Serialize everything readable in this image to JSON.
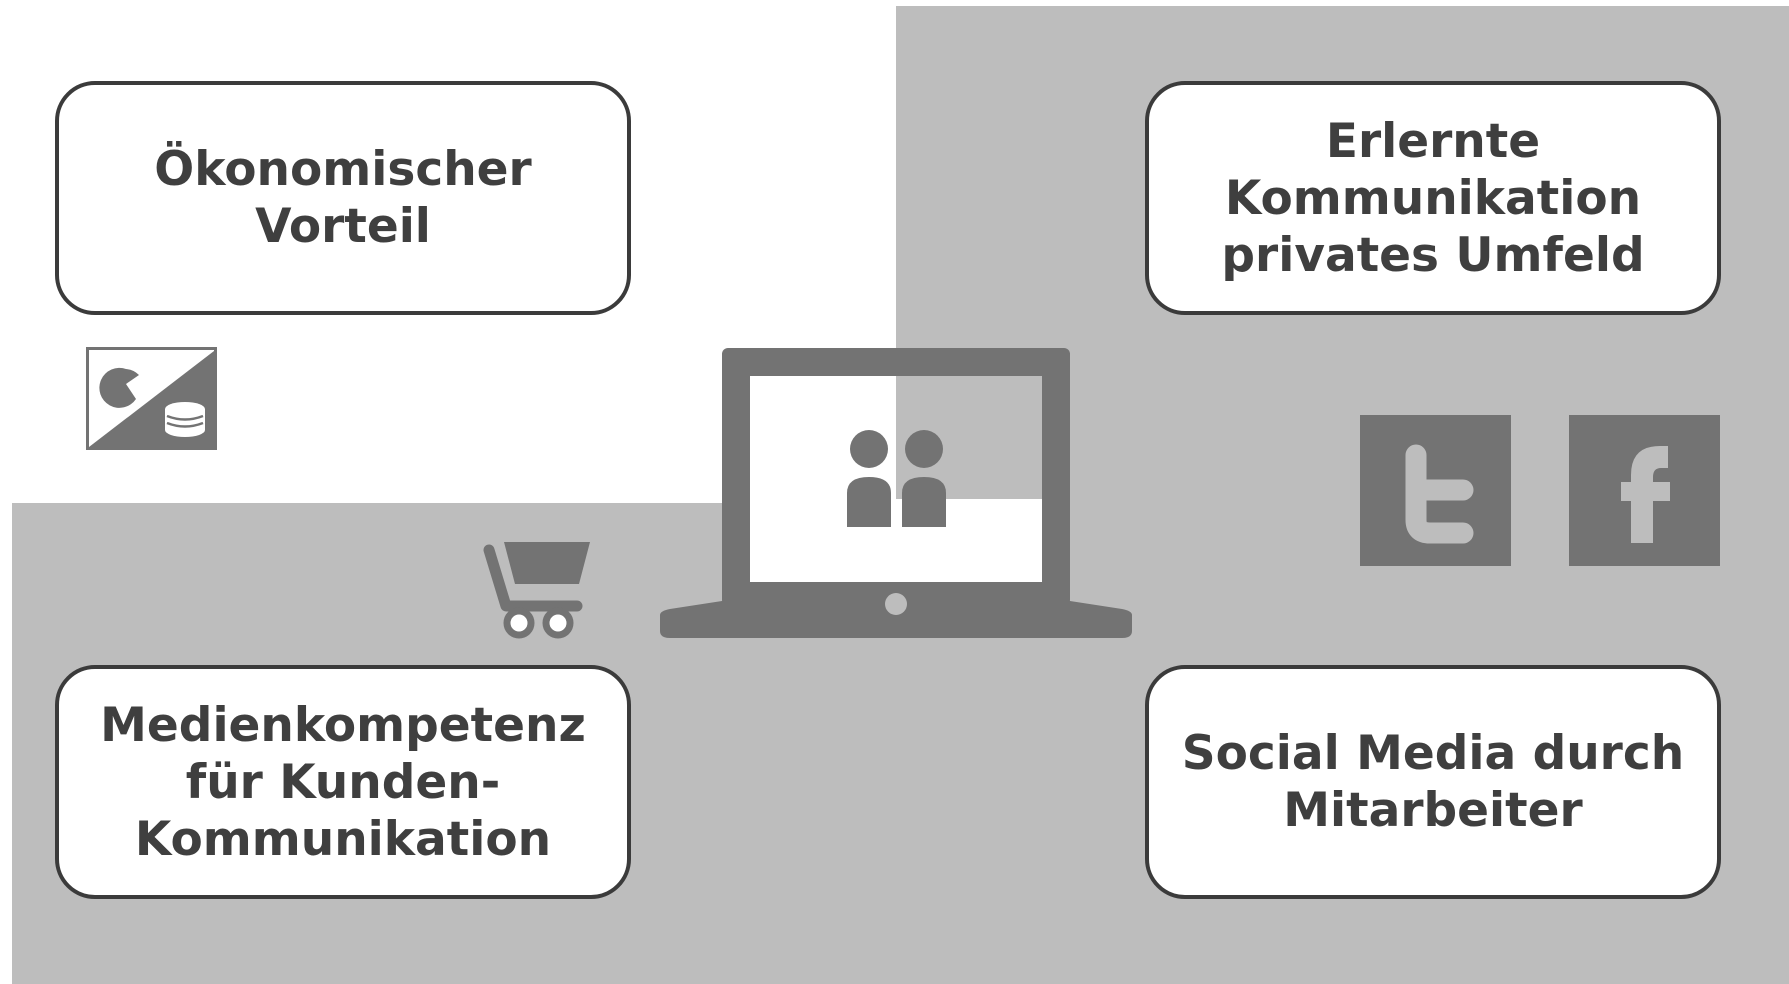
{
  "colors": {
    "background": "#ffffff",
    "quadrant_gray": "#bdbdbd",
    "icon_gray": "#737373",
    "text": "#3f3f3f",
    "box_border": "#3b3b3b"
  },
  "boxes": {
    "top_left": "Ökonomischer\nVorteil",
    "top_right": "Erlernte\nKommunikation\nprivates Umfeld",
    "bottom_left": "Medienkompetenz\nfür Kunden-\nKommunikation",
    "bottom_right": "Social Media durch\nMitarbeiter"
  },
  "icons": {
    "top_left": "pie-chart-and-coins-icon",
    "bottom_left": "shopping-cart-icon",
    "center": "laptop-with-people-icon",
    "right_1": "twitter-icon",
    "right_2": "facebook-icon"
  }
}
